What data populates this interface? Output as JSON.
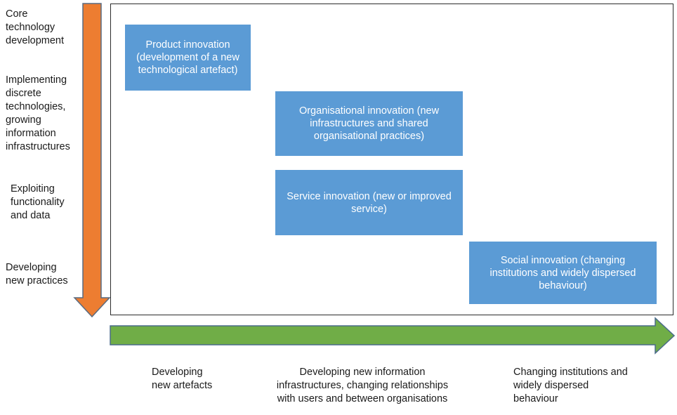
{
  "vertical_axis": {
    "color": "#ed7d31",
    "labels": [
      {
        "id": "core",
        "text": "Core\ntechnology\ndevelopment"
      },
      {
        "id": "implementing",
        "text": "Implementing\ndiscrete\ntechnologies,\ngrowing\ninformation\ninfrastructures"
      },
      {
        "id": "exploiting",
        "text": "Exploiting\nfunctionality\nand data"
      },
      {
        "id": "practices",
        "text": "Developing\nnew practices"
      }
    ]
  },
  "horizontal_axis": {
    "color": "#70ad47",
    "labels": [
      {
        "id": "artefacts",
        "text": "Developing\nnew artefacts"
      },
      {
        "id": "infrastructures",
        "text": "Developing new information\ninfrastructures, changing relationships\nwith users and between organisations"
      },
      {
        "id": "institutions",
        "text": "Changing institutions and\nwidely dispersed\nbehaviour"
      }
    ]
  },
  "boxes": [
    {
      "id": "product",
      "text": "Product innovation\n(development of a new\ntechnological artefact)"
    },
    {
      "id": "organisational",
      "text": "Organisational innovation (new\ninfrastructures and shared\norganisational practices)"
    },
    {
      "id": "service",
      "text": "Service innovation (new or improved\nservice)"
    },
    {
      "id": "social",
      "text": "Social innovation (changing\ninstitutions and widely dispersed\nbehaviour)"
    }
  ],
  "box_color": "#5b9bd5"
}
